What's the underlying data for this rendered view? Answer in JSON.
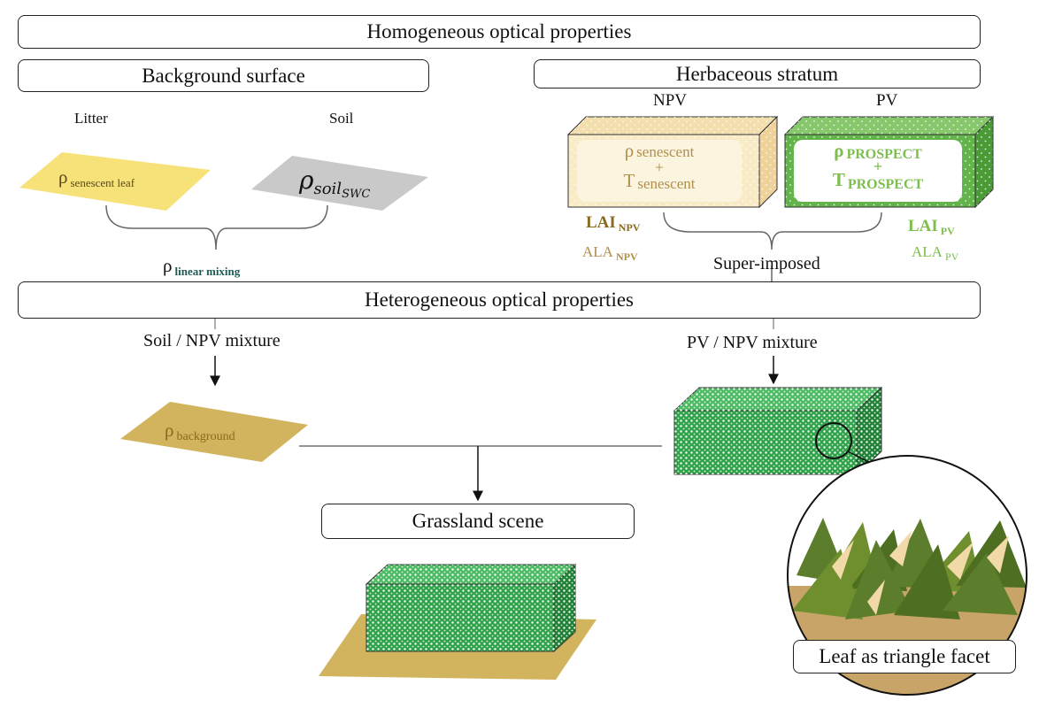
{
  "boxes": {
    "homogeneous": "Homogeneous optical properties",
    "background_surface": "Background surface",
    "herbaceous_stratum": "Herbaceous stratum",
    "heterogeneous": "Heterogeneous optical properties",
    "grassland_scene": "Grassland scene",
    "leaf_triangle": "Leaf as triangle facet"
  },
  "labels": {
    "litter": "Litter",
    "soil": "Soil",
    "npv": "NPV",
    "pv": "PV",
    "linear_mixing_symbol": "ρ",
    "linear_mixing_sub": "linear mixing",
    "super_imposed": "Super-imposed",
    "soil_npv_mixture": "Soil / NPV mixture",
    "pv_npv_mixture": "PV / NPV mixture"
  },
  "params": {
    "senescent_leaf_symbol": "ρ",
    "senescent_leaf_sub": "senescent leaf",
    "soil_symbol": "ρ",
    "soil_sub": "soil",
    "soil_subsub": "SWC",
    "npv_rho": "ρ",
    "npv_rho_sub": "senescent",
    "npv_plus": "+",
    "npv_t": "T",
    "npv_t_sub": "senescent",
    "pv_rho": "ρ",
    "pv_rho_sub": "PROSPECT",
    "pv_plus": "+",
    "pv_t": "T",
    "pv_t_sub": "PROSPECT",
    "lai_npv": "LAI",
    "lai_npv_sub": "NPV",
    "ala_npv": "ALA",
    "ala_npv_sub": "NPV",
    "lai_pv": "LAI",
    "lai_pv_sub": "PV",
    "ala_pv": "ALA",
    "ala_pv_sub": "PV",
    "background_symbol": "ρ",
    "background_sub": "background"
  },
  "colors": {
    "litter_yellow": "#f7e27a",
    "soil_gray": "#c9c9c9",
    "npv_front": "#f8ebc6",
    "npv_top": "#f3dfae",
    "npv_side": "#eed29a",
    "npv_text": "#b08f4c",
    "pv_front": "#62b34a",
    "pv_top": "#86c86b",
    "pv_side": "#4a9a36",
    "pv_text": "#7dbe4f",
    "scene_front": "#2fa34a",
    "scene_top": "#4cbc64",
    "scene_side": "#1f8236",
    "background_brown": "#d2b45e",
    "background_text": "#8a6a1e",
    "lai_npv_text": "#8a6a1e",
    "mixing_text": "#1f5a55",
    "grass_dark": "#5b7d2c",
    "grass_mid": "#6f8f2f"
  }
}
